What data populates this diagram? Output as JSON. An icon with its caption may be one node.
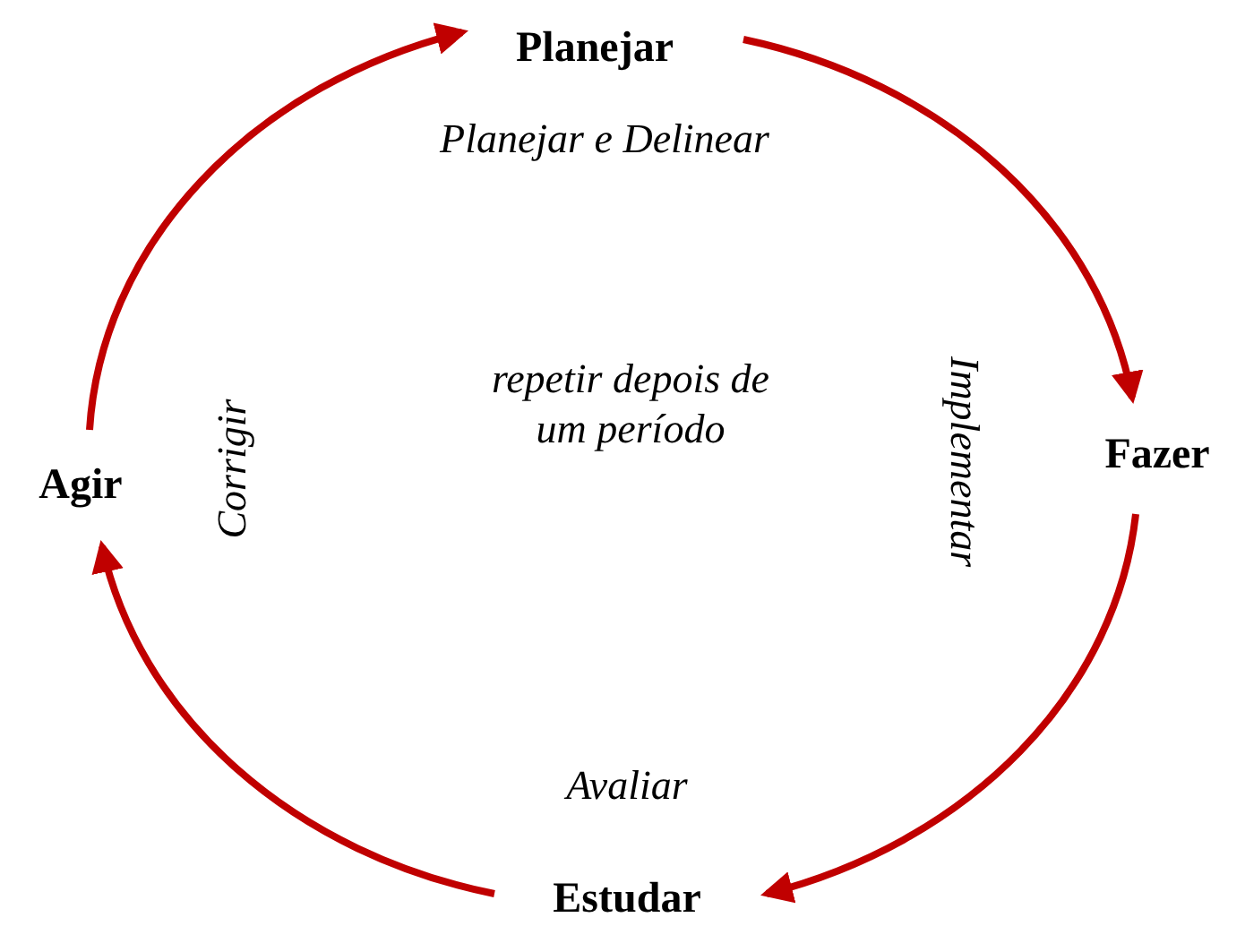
{
  "diagram": {
    "nodes": [
      {
        "text": [
          "Planejar"
        ]
      },
      {
        "text": [
          "Fazer"
        ]
      },
      {
        "text": [
          "Estudar"
        ]
      },
      {
        "text": [
          "Agir"
        ]
      }
    ],
    "edges": [
      {
        "from": 0,
        "to": 1,
        "arrow": "to"
      },
      {
        "from": 1,
        "to": 2,
        "arrow": "to"
      },
      {
        "from": 2,
        "to": 3,
        "arrow": "to"
      },
      {
        "from": 3,
        "to": 0,
        "arrow": "to"
      }
    ],
    "labels": [
      "Planejar e Delinear",
      "Implementar",
      "repetir depois de um período",
      "Avaliar",
      "Corrigir"
    ]
  }
}
